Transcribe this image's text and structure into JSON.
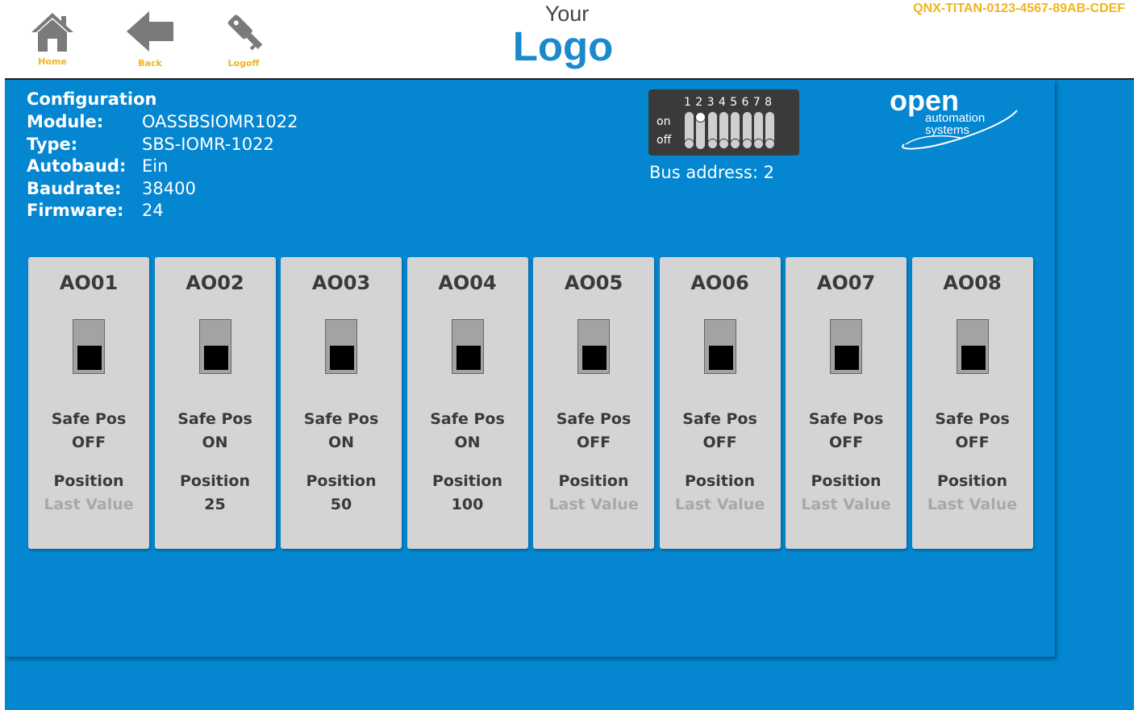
{
  "nav": {
    "home_label": "Home",
    "back_label": "Back",
    "logoff_label": "Logoff"
  },
  "logo": {
    "line1": "Your",
    "line2": "Logo"
  },
  "device_id": "QNX-TITAN-0123-4567-89AB-CDEF",
  "config": {
    "heading": "Configuration",
    "rows": [
      {
        "key": "Module:",
        "value": "OASSBSIOMR1022"
      },
      {
        "key": "Type:",
        "value": "SBS-IOMR-1022"
      },
      {
        "key": "Autobaud:",
        "value": "Ein"
      },
      {
        "key": "Baudrate:",
        "value": "38400"
      },
      {
        "key": "Firmware:",
        "value": "24"
      }
    ]
  },
  "dip": {
    "numbers": [
      "1",
      "2",
      "3",
      "4",
      "5",
      "6",
      "7",
      "8"
    ],
    "on_label": "on",
    "off_label": "off",
    "states": [
      "off",
      "on",
      "off",
      "off",
      "off",
      "off",
      "off",
      "off"
    ]
  },
  "bus_address": "Bus address: 2",
  "brand": {
    "line1": "open",
    "line2": "automation",
    "line3": "systems"
  },
  "channels": [
    {
      "name": "AO01",
      "safe_label": "Safe Pos",
      "safe_value": "OFF",
      "pos_label": "Position",
      "pos_value": "Last Value",
      "muted": true
    },
    {
      "name": "AO02",
      "safe_label": "Safe Pos",
      "safe_value": "ON",
      "pos_label": "Position",
      "pos_value": "25",
      "muted": false
    },
    {
      "name": "AO03",
      "safe_label": "Safe Pos",
      "safe_value": "ON",
      "pos_label": "Position",
      "pos_value": "50",
      "muted": false
    },
    {
      "name": "AO04",
      "safe_label": "Safe Pos",
      "safe_value": "ON",
      "pos_label": "Position",
      "pos_value": "100",
      "muted": false
    },
    {
      "name": "AO05",
      "safe_label": "Safe Pos",
      "safe_value": "OFF",
      "pos_label": "Position",
      "pos_value": "Last Value",
      "muted": true
    },
    {
      "name": "AO06",
      "safe_label": "Safe Pos",
      "safe_value": "OFF",
      "pos_label": "Position",
      "pos_value": "Last Value",
      "muted": true
    },
    {
      "name": "AO07",
      "safe_label": "Safe Pos",
      "safe_value": "OFF",
      "pos_label": "Position",
      "pos_value": "Last Value",
      "muted": true
    },
    {
      "name": "AO08",
      "safe_label": "Safe Pos",
      "safe_value": "OFF",
      "pos_label": "Position",
      "pos_value": "Last Value",
      "muted": true
    }
  ],
  "colors": {
    "accent": "#f0b41e",
    "panel_blue": "#0486d1",
    "logo_blue": "#1b89cc",
    "card_bg": "#d4d4d4"
  }
}
